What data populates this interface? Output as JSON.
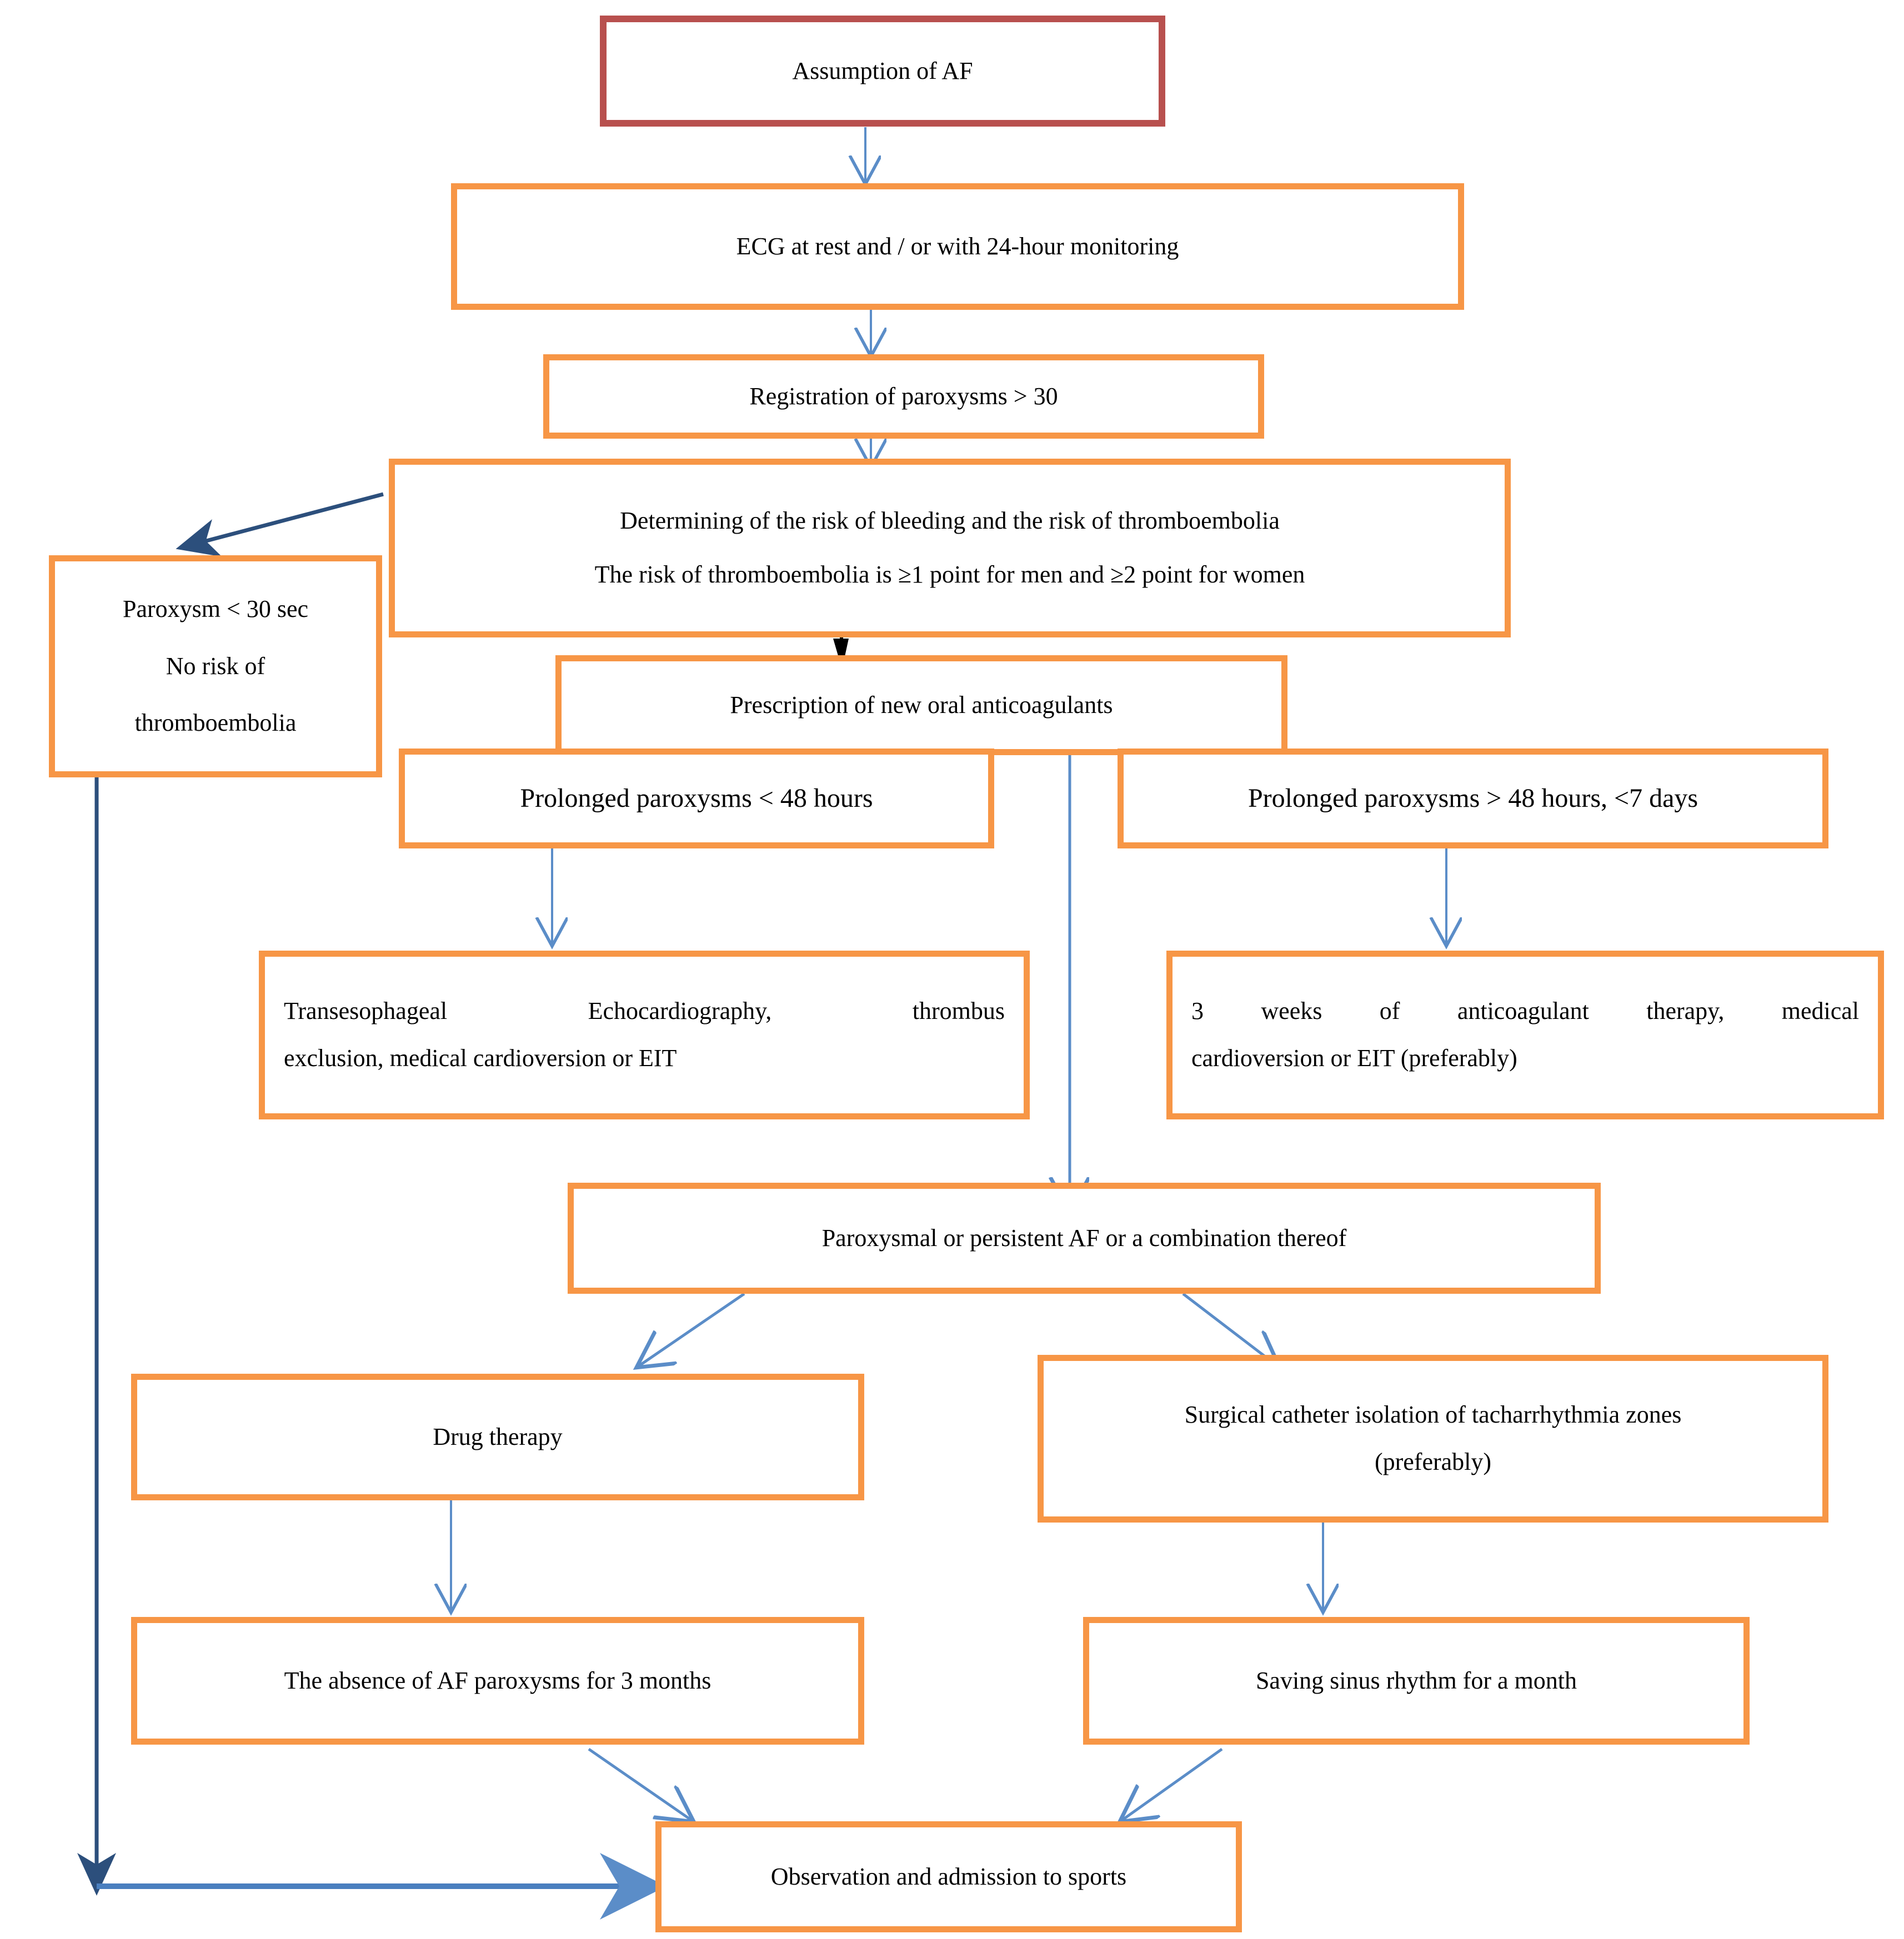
{
  "diagram": {
    "title": "Algorithm for the management of atrial fibrillation (AF)",
    "colors": {
      "start_node_border": "#B8504E",
      "node_border": "#F79646",
      "node_background": "#FFFFFF",
      "arrow_light": "#5B8DC8",
      "arrow_dark": "#1F4E79",
      "arrow_black": "#000000",
      "text": "#000000"
    },
    "nodes": [
      {
        "id": "assumption",
        "style": "red",
        "lines": [
          "Assumption of AF"
        ]
      },
      {
        "id": "ecg",
        "style": "orange",
        "lines": [
          "ECG at rest and / or with 24-hour monitoring"
        ]
      },
      {
        "id": "registration",
        "style": "orange",
        "lines": [
          "Registration of paroxysms > 30"
        ]
      },
      {
        "id": "risk",
        "style": "orange",
        "lines": [
          "Determining of the risk of bleeding and the risk of thromboembolia",
          "The risk of thromboembolia is ≥1 point for men and ≥2 point for women"
        ]
      },
      {
        "id": "paroxysm-short",
        "style": "orange",
        "lines": [
          "Paroxysm < 30 sec",
          "No risk of",
          "thromboembolia"
        ]
      },
      {
        "id": "anticoagulants",
        "style": "orange",
        "lines": [
          "Prescription of new oral anticoagulants"
        ]
      },
      {
        "id": "paroxysm-lt48",
        "style": "orange",
        "lines": [
          "Prolonged paroxysms < 48 hours"
        ]
      },
      {
        "id": "paroxysm-gt48",
        "style": "orange",
        "lines": [
          "Prolonged paroxysms > 48 hours, <7 days"
        ]
      },
      {
        "id": "tee",
        "style": "orange",
        "lines": [
          "Transesophageal Echocardiography, thrombus",
          "exclusion, medical cardioversion or EIT"
        ]
      },
      {
        "id": "three-weeks",
        "style": "orange",
        "lines": [
          "3 weeks of anticoagulant therapy, medical",
          "cardioversion or EIT (preferably)"
        ]
      },
      {
        "id": "paroxysmal-persistent",
        "style": "orange",
        "lines": [
          "Paroxysmal or persistent AF or a combination thereof"
        ]
      },
      {
        "id": "drug-therapy",
        "style": "orange",
        "lines": [
          "Drug therapy"
        ]
      },
      {
        "id": "surgical-catheter",
        "style": "orange",
        "lines": [
          "Surgical catheter isolation of tacharrhythmia zones",
          "(preferably)"
        ]
      },
      {
        "id": "absence-3-months",
        "style": "orange",
        "lines": [
          "The absence of AF paroxysms for 3 months"
        ]
      },
      {
        "id": "sinus-rhythm",
        "style": "orange",
        "lines": [
          "Saving sinus rhythm for a month"
        ]
      },
      {
        "id": "observation",
        "style": "orange",
        "lines": [
          "Observation and admission to sports"
        ]
      }
    ],
    "edges": [
      {
        "from": "assumption",
        "to": "ecg",
        "kind": "straight-down"
      },
      {
        "from": "ecg",
        "to": "registration",
        "kind": "straight-down"
      },
      {
        "from": "registration",
        "to": "risk",
        "kind": "straight-down"
      },
      {
        "from": "risk",
        "to": "paroxysm-short",
        "kind": "diagonal-left"
      },
      {
        "from": "risk",
        "to": "anticoagulants",
        "kind": "straight-down-black"
      },
      {
        "from": "anticoagulants",
        "to": "paroxysmal-persistent",
        "kind": "long-straight-down"
      },
      {
        "from": "paroxysm-lt48",
        "to": "tee",
        "kind": "straight-down"
      },
      {
        "from": "paroxysm-gt48",
        "to": "three-weeks",
        "kind": "straight-down"
      },
      {
        "from": "paroxysmal-persistent",
        "to": "drug-therapy",
        "kind": "diagonal-left"
      },
      {
        "from": "paroxysmal-persistent",
        "to": "surgical-catheter",
        "kind": "diagonal-right"
      },
      {
        "from": "drug-therapy",
        "to": "absence-3-months",
        "kind": "straight-down"
      },
      {
        "from": "surgical-catheter",
        "to": "sinus-rhythm",
        "kind": "straight-down"
      },
      {
        "from": "absence-3-months",
        "to": "observation",
        "kind": "diagonal-right"
      },
      {
        "from": "sinus-rhythm",
        "to": "observation",
        "kind": "diagonal-left"
      },
      {
        "from": "paroxysm-short",
        "to": "observation",
        "kind": "elbow-left-bottom"
      }
    ]
  },
  "labels": {
    "assumption": "Assumption of AF",
    "ecg": "ECG at rest and / or with 24-hour monitoring",
    "registration": "Registration of paroxysms > 30",
    "risk_line1": "Determining of the risk of bleeding and the risk of thromboembolia",
    "risk_line2": "The risk of thromboembolia is ≥1 point for men and ≥2 point for women",
    "paroxysm_short_line1": "Paroxysm < 30 sec",
    "paroxysm_short_line2": "No risk of",
    "paroxysm_short_line3": "thromboembolia",
    "anticoagulants": "Prescription of new oral anticoagulants",
    "paroxysm_lt48": "Prolonged paroxysms < 48 hours",
    "paroxysm_gt48": "Prolonged paroxysms > 48 hours, <7 days",
    "tee_line1": "Transesophageal Echocardiography, thrombus",
    "tee_line2": "exclusion, medical cardioversion or EIT",
    "three_weeks_line1": "3 weeks of anticoagulant therapy, medical",
    "three_weeks_line2": "cardioversion or EIT (preferably)",
    "paroxysmal_persistent": "Paroxysmal or persistent AF or a combination thereof",
    "drug_therapy": "Drug therapy",
    "surgical_line1": "Surgical catheter isolation of tacharrhythmia zones",
    "surgical_line2": "(preferably)",
    "absence_3_months": "The absence of AF paroxysms for 3 months",
    "sinus_rhythm": "Saving sinus rhythm for a month",
    "observation": "Observation and admission to sports"
  }
}
